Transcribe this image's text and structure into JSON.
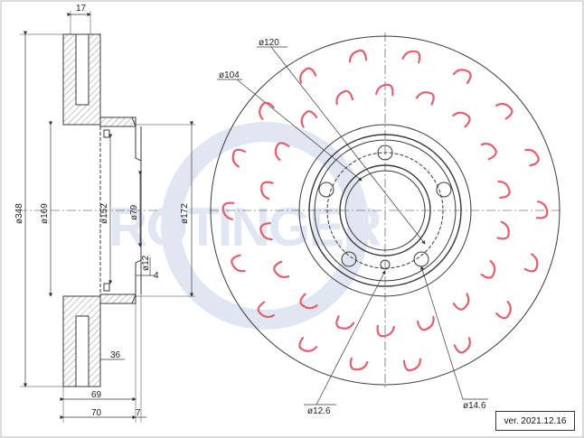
{
  "drawing": {
    "side_view": {
      "dimensions": {
        "d348": "ø348",
        "d169": "ø169",
        "d152": "ø152",
        "d79": "ø79",
        "d172": "ø172",
        "d12": "ø12",
        "w17": "17",
        "w36": "36",
        "w69": "69",
        "w70": "70",
        "w7": "7",
        "w4": "4"
      }
    },
    "front_view": {
      "dimensions": {
        "d120": "ø120",
        "d104": "ø104",
        "d12_6": "ø12.6",
        "d14_6": "ø14.6"
      }
    },
    "watermark": "ROTINGER",
    "colors": {
      "line": "#3a3a3a",
      "vane": "#e06070",
      "watermark": "#c9d3ea"
    }
  },
  "footer": {
    "version": "ver. 2021.12.16"
  }
}
